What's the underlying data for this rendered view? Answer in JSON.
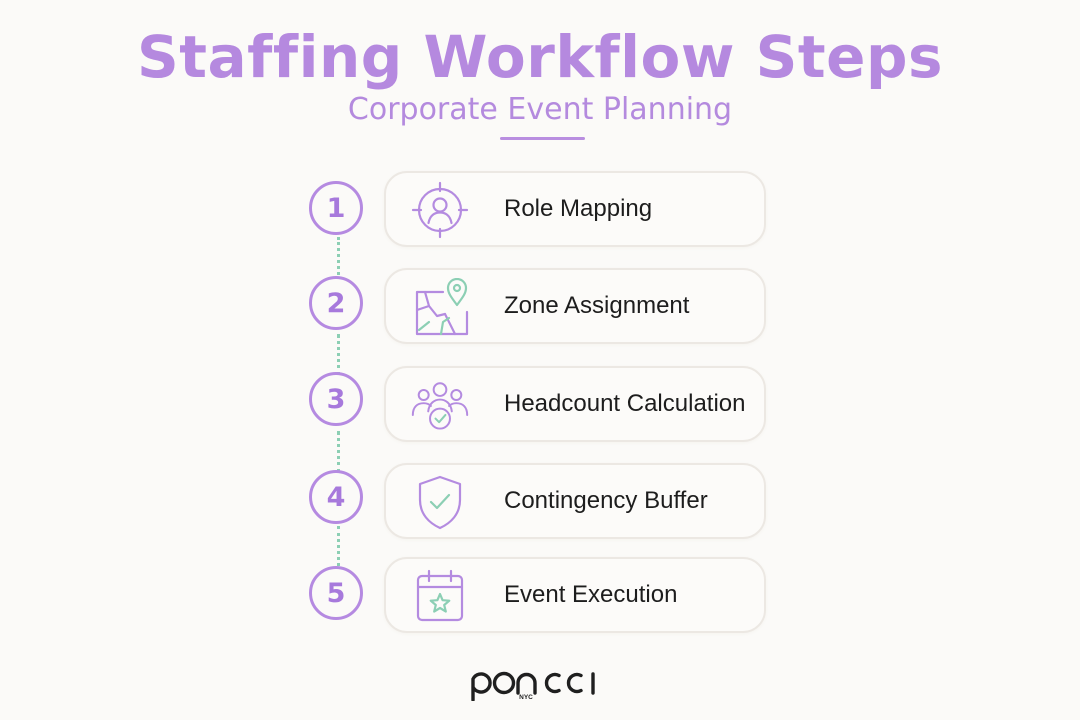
{
  "title": "Staffing Workflow Steps",
  "subtitle": "Corporate Event Planning",
  "steps": [
    {
      "number": "1",
      "label": "Role Mapping",
      "icon": "target-person-icon"
    },
    {
      "number": "2",
      "label": "Zone Assignment",
      "icon": "map-pin-icon"
    },
    {
      "number": "3",
      "label": "Headcount Calculation",
      "icon": "team-check-icon"
    },
    {
      "number": "4",
      "label": "Contingency Buffer",
      "icon": "shield-check-icon"
    },
    {
      "number": "5",
      "label": "Event Execution",
      "icon": "calendar-star-icon"
    }
  ],
  "logo": {
    "text": "ponCCI",
    "sub_text": "NYC"
  },
  "colors": {
    "accent_purple": "#b589df",
    "accent_mint": "#8ccfb4",
    "text_dark": "#1d1d1d",
    "background": "#fbfaf8",
    "card_border": "#ece8e3"
  }
}
